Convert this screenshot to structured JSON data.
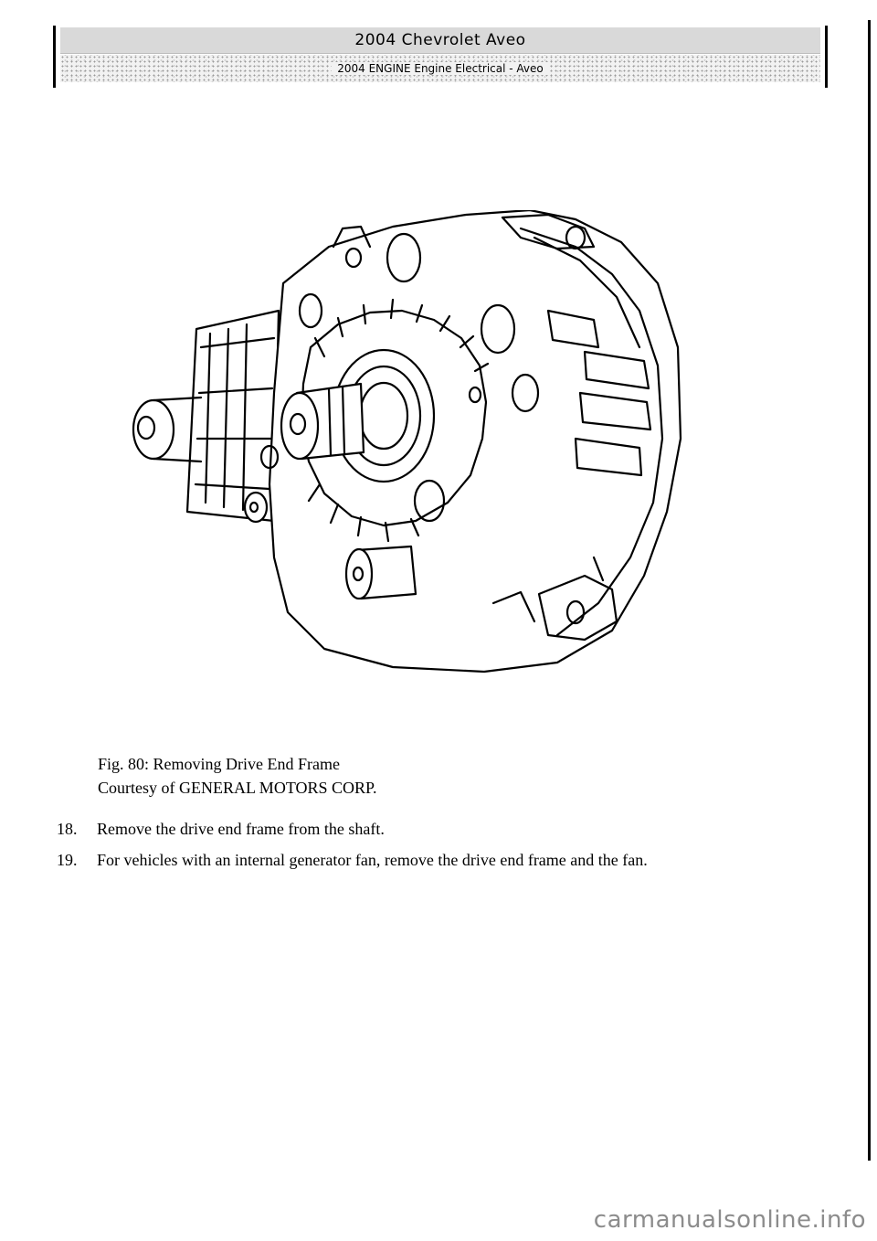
{
  "header": {
    "title": "2004 Chevrolet Aveo",
    "subtitle": "2004 ENGINE Engine Electrical - Aveo"
  },
  "figure": {
    "caption_line1": "Fig. 80: Removing Drive End Frame",
    "caption_line2": "Courtesy of GENERAL MOTORS CORP."
  },
  "steps": [
    {
      "number": "18.",
      "text": "Remove the drive end frame from the shaft."
    },
    {
      "number": "19.",
      "text": "For vehicles with an internal generator fan, remove the drive end frame and the fan."
    }
  ],
  "watermark": "carmanualsonline.info"
}
